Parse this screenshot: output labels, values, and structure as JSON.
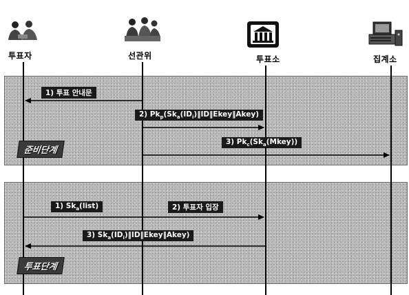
{
  "actors": [
    {
      "id": "voter",
      "name": "투표자",
      "icon": "people-icon"
    },
    {
      "id": "election-committee",
      "name": "선관위",
      "icon": "officials-meeting-icon"
    },
    {
      "id": "polling-station",
      "name": "투표소",
      "icon": "building-icon"
    },
    {
      "id": "counting-center",
      "name": "집계소",
      "icon": "computer-terminal-icon"
    }
  ],
  "phases": [
    {
      "tag": "준비단계"
    },
    {
      "tag": "투표단계"
    }
  ],
  "messages": {
    "p1m1": {
      "text": "1) 투표 안내문",
      "from": "election-committee",
      "to": "voter"
    },
    "p1m2": {
      "prefix": "2) Pk",
      "s1": "p",
      "mid1": "(Sk",
      "s2": "a",
      "mid2": "(ID",
      "s3": "i",
      "rest": ")‖ID‖Ekey‖Akey)",
      "from": "election-committee",
      "to": "polling-station"
    },
    "p1m3": {
      "prefix": "3) Pk",
      "s1": "c",
      "mid1": "(Sk",
      "s2": "a",
      "rest": "(Mkey))",
      "from": "election-committee",
      "to": "counting-center"
    },
    "p2m1": {
      "prefix": "1) Sk",
      "s1": "a",
      "rest": "(list)",
      "from": "voter",
      "to": "polling-station"
    },
    "p2m2": {
      "text": "2) 투표자 입장",
      "from": "voter",
      "to": "polling-station"
    },
    "p2m3": {
      "prefix": "3) Sk",
      "s1": "a",
      "mid1": "(ID",
      "s2": "i",
      "rest": ")‖ID‖Ekey‖Akey)",
      "from": "polling-station",
      "to": "voter"
    }
  },
  "colors": {
    "phase_bg": "#b9b9b9",
    "line": "#000000",
    "label_bg": "#1a1a1a"
  }
}
